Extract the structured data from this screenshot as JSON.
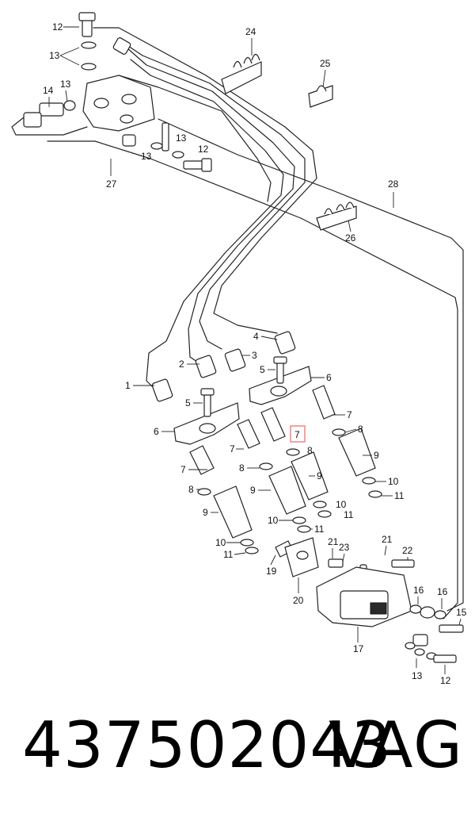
{
  "diagram": {
    "callouts": [
      "12",
      "13",
      "14",
      "13",
      "13",
      "13",
      "12",
      "24",
      "25",
      "26",
      "27",
      "28",
      "4",
      "3",
      "2",
      "1",
      "5",
      "6",
      "5",
      "6",
      "7",
      "8",
      "9",
      "10",
      "11",
      "7",
      "8",
      "9",
      "10",
      "11",
      "7",
      "8",
      "9",
      "10",
      "11",
      "7",
      "8",
      "9",
      "10",
      "11",
      "19",
      "20",
      "21",
      "23",
      "21",
      "22",
      "16",
      "16",
      "15",
      "17",
      "13",
      "12"
    ]
  },
  "footer": {
    "part_number": "437502043",
    "brand": "VAG"
  },
  "colors": {
    "line": "#222222",
    "highlight": "#ec7c7c"
  }
}
